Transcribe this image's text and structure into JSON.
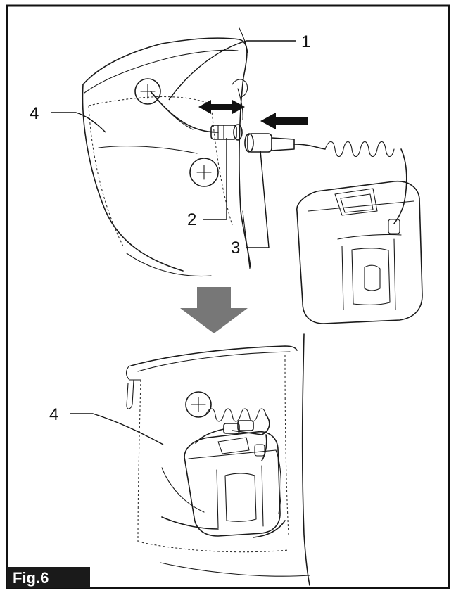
{
  "figure": {
    "label": "Fig.6",
    "arrow_color": "#777777",
    "label_bg": "#1a1a1a"
  },
  "top": {
    "callouts": {
      "c1": "1",
      "c2": "2",
      "c3": "3",
      "c4": "4"
    }
  },
  "bottom": {
    "callouts": {
      "c4": "4"
    }
  }
}
